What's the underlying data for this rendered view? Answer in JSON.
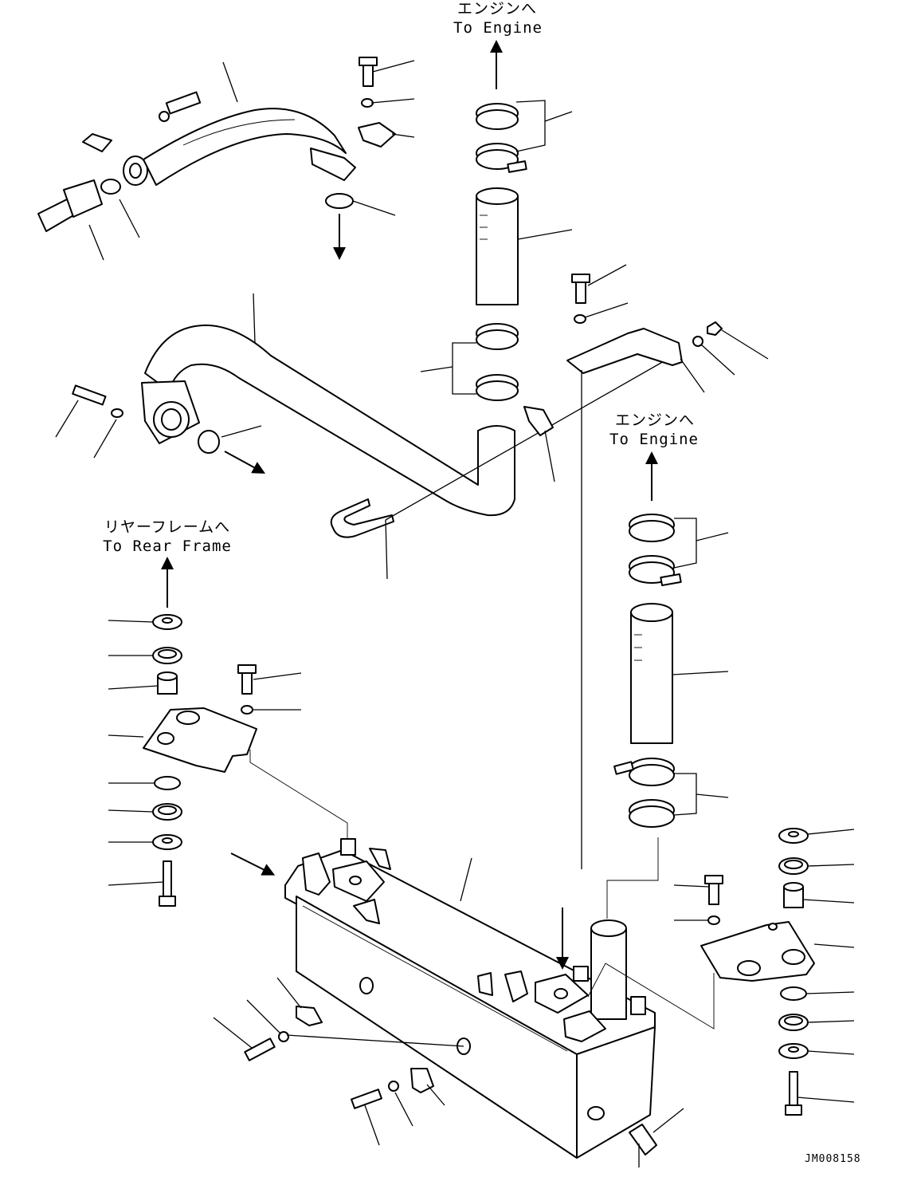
{
  "labels": {
    "engine_top_jp": "エンジンへ",
    "engine_top_en": "To Engine",
    "engine_right_jp": "エンジンへ",
    "engine_right_en": "To Engine",
    "rear_frame_jp": "リヤーフレームへ",
    "rear_frame_en": "To Rear Frame"
  },
  "drawing_code": "JM008158"
}
